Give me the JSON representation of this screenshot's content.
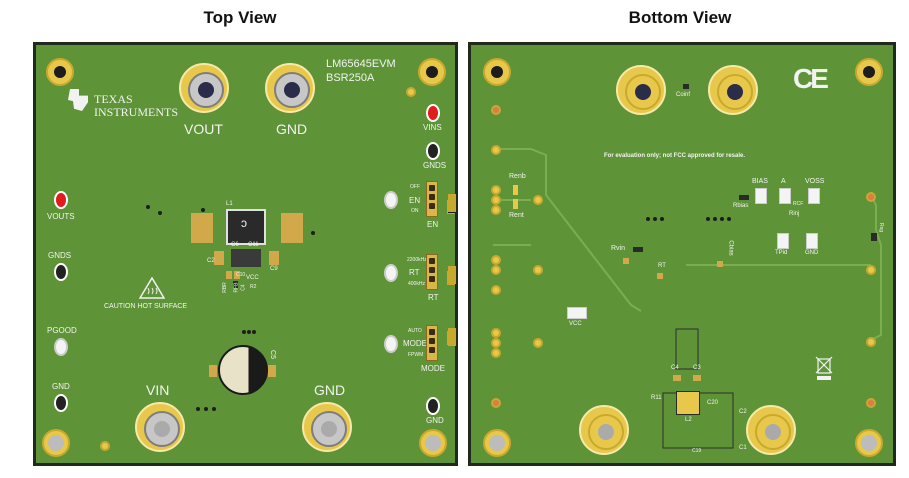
{
  "titles": {
    "top": "Top View",
    "bottom": "Bottom View"
  },
  "top_board": {
    "board_name_1": "LM65645EVM",
    "board_name_2": "BSR250A",
    "logo_line_1": "Texas",
    "logo_line_2": "Instruments",
    "vout": "VOUT",
    "gnd_top": "GND",
    "vin": "VIN",
    "gnd_bottom": "GND",
    "vouts": "VOUTS",
    "gnds_left": "GNDS",
    "pgood": "PGOOD",
    "gnd_left": "GND",
    "vins": "VINS",
    "gnds_right": "GNDS",
    "gnd_right": "GND",
    "en_off": "OFF",
    "en_label": "EN",
    "en_on": "ON",
    "en_bottom": "EN",
    "rt_high": "2200kHz",
    "rt_label": "RT",
    "rt_low": "400kHz",
    "rt_bottom": "RT",
    "mode_auto": "AUTO",
    "mode_label": "MODE",
    "mode_fpwm": "FPWM",
    "mode_bottom": "MODE",
    "caution": "CAUTION HOT SURFACE",
    "c5": "C5",
    "l1": "L1",
    "vcc": "VCC",
    "c6": "C6",
    "c9": "C9",
    "c2": "C2",
    "c10": "C10",
    "c11": "C11",
    "rdr": "RBR",
    "rfb": "RFB",
    "r2": "R2",
    "c4": "C4"
  },
  "bottom_board": {
    "ce_mark": "CE",
    "coinf": "Coinf",
    "fcc_note": "For evaluation only; not FCC approved for resale.",
    "renb": "Renb",
    "rent": "Rent",
    "bias": "BIAS",
    "a": "A",
    "voss": "VOSS",
    "rbias": "Rbias",
    "rinj": "Rinj",
    "rcf": "RCF",
    "tpid": "TPid",
    "gnd": "GND",
    "rvin": "Rvin",
    "rt": "RT",
    "cbias": "Cbias",
    "vcc": "VCC",
    "rsg": "Rsg",
    "c4": "C4",
    "c3": "C3",
    "r11": "R11",
    "c20": "C20",
    "c2": "C2",
    "l2": "L2",
    "c19": "C19",
    "c1": "C1"
  }
}
